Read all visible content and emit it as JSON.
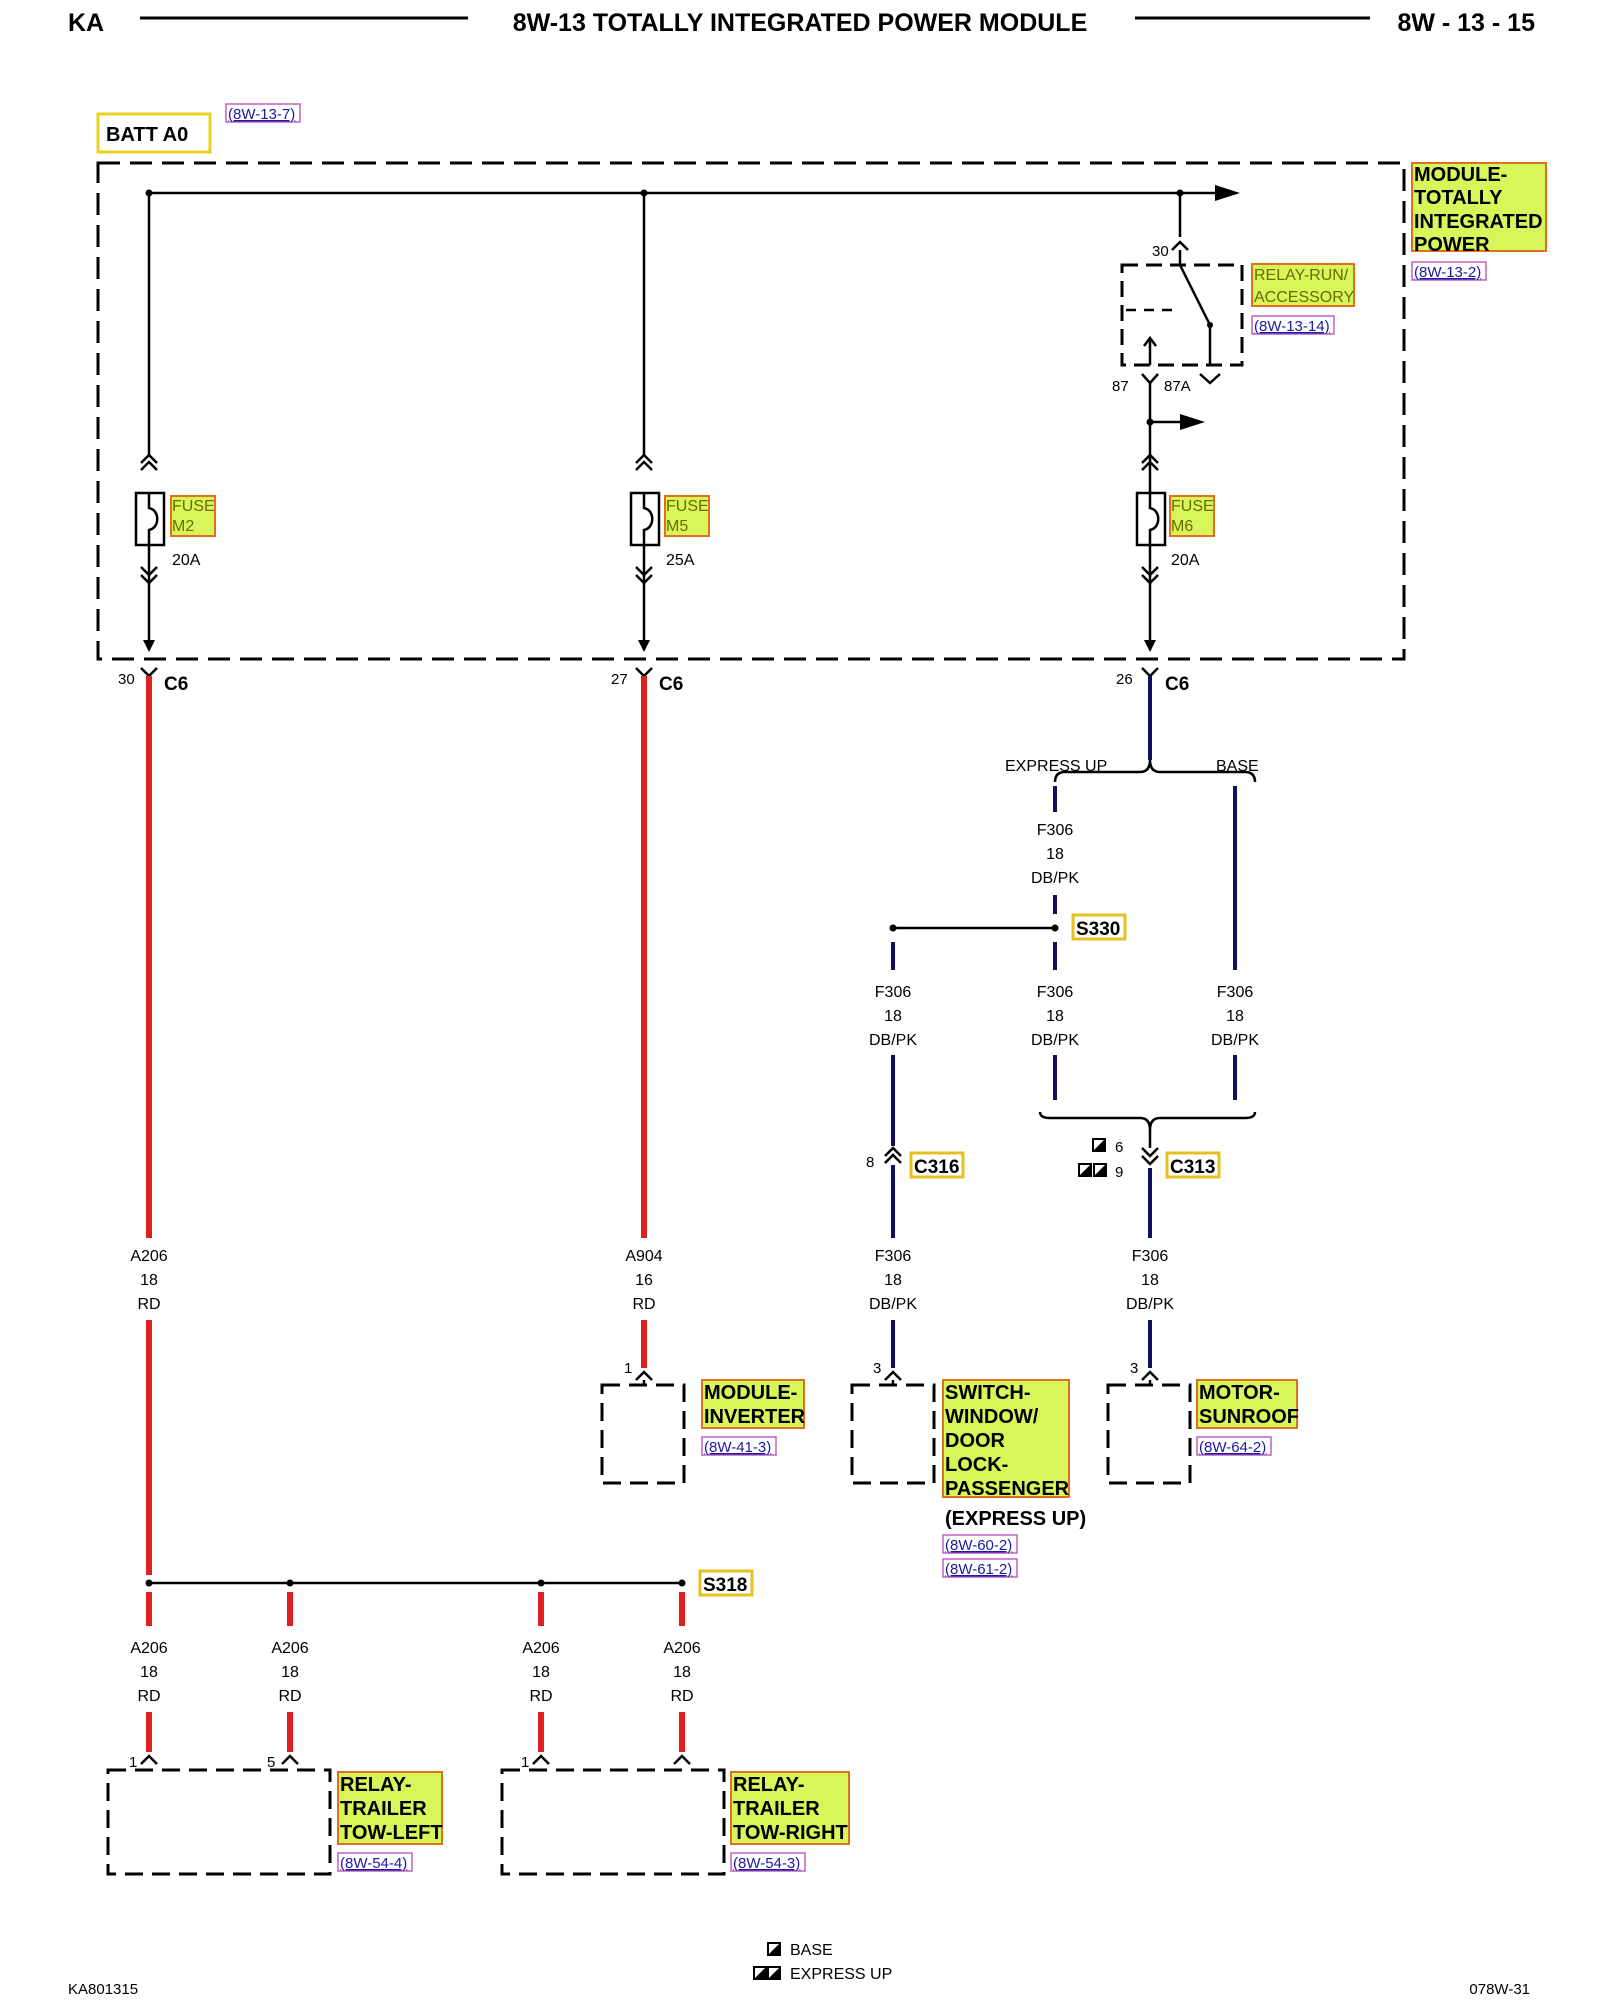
{
  "header": {
    "left": "KA",
    "title": "8W-13 TOTALLY INTEGRATED POWER MODULE",
    "page": "8W - 13 - 15"
  },
  "source": {
    "label": "BATT A0",
    "ref": "(8W-13-7)"
  },
  "module": {
    "name_lines": [
      "MODULE-",
      "TOTALLY",
      "INTEGRATED",
      "POWER"
    ],
    "ref": "(8W-13-2)"
  },
  "relay": {
    "name_lines": [
      "RELAY-RUN/",
      "ACCESSORY"
    ],
    "ref": "(8W-13-14)",
    "pin_30": "30",
    "pin_87": "87",
    "pin_87a": "87A"
  },
  "fuses": [
    {
      "name": "FUSE",
      "id": "M2",
      "rating": "20A"
    },
    {
      "name": "FUSE",
      "id": "M5",
      "rating": "25A"
    },
    {
      "name": "FUSE",
      "id": "M6",
      "rating": "20A"
    }
  ],
  "c6": {
    "label": "C6",
    "pins": [
      "30",
      "27",
      "26"
    ]
  },
  "split": {
    "left": "EXPRESS UP",
    "right": "BASE"
  },
  "wires": {
    "f306": {
      "circuit": "F306",
      "gauge": "18",
      "color": "DB/PK"
    },
    "a206": {
      "circuit": "A206",
      "gauge": "18",
      "color": "RD"
    },
    "a904": {
      "circuit": "A904",
      "gauge": "16",
      "color": "RD"
    }
  },
  "splices": {
    "s330": "S330",
    "s318": "S318"
  },
  "c316": {
    "label": "C316",
    "pin": "8"
  },
  "c313": {
    "label": "C313",
    "pin_base": "6",
    "pin_express": "9"
  },
  "components": {
    "inverter": {
      "lines": [
        "MODULE-",
        "INVERTER"
      ],
      "ref": "(8W-41-3)",
      "pin": "1"
    },
    "switch": {
      "lines": [
        "SWITCH-",
        "WINDOW/",
        "DOOR",
        "LOCK-",
        "PASSENGER"
      ],
      "note": "(EXPRESS UP)",
      "refs": [
        "(8W-60-2)",
        "(8W-61-2)"
      ],
      "pin": "3"
    },
    "sunroof": {
      "lines": [
        "MOTOR-",
        "SUNROOF"
      ],
      "ref": "(8W-64-2)",
      "pin": "3"
    },
    "tow_left": {
      "lines": [
        "RELAY-",
        "TRAILER",
        "TOW-LEFT"
      ],
      "ref": "(8W-54-4)",
      "pins": [
        "1",
        "5"
      ]
    },
    "tow_right": {
      "lines": [
        "RELAY-",
        "TRAILER",
        "TOW-RIGHT"
      ],
      "ref": "(8W-54-3)",
      "pin": "1"
    }
  },
  "legend": {
    "base": "BASE",
    "express": "EXPRESS UP"
  },
  "footer": {
    "left": "KA801315",
    "right": "078W-31"
  },
  "colors": {
    "red_wire": "#e02020",
    "dbpk_wire": "#101060",
    "highlight": "#d8f55a"
  }
}
